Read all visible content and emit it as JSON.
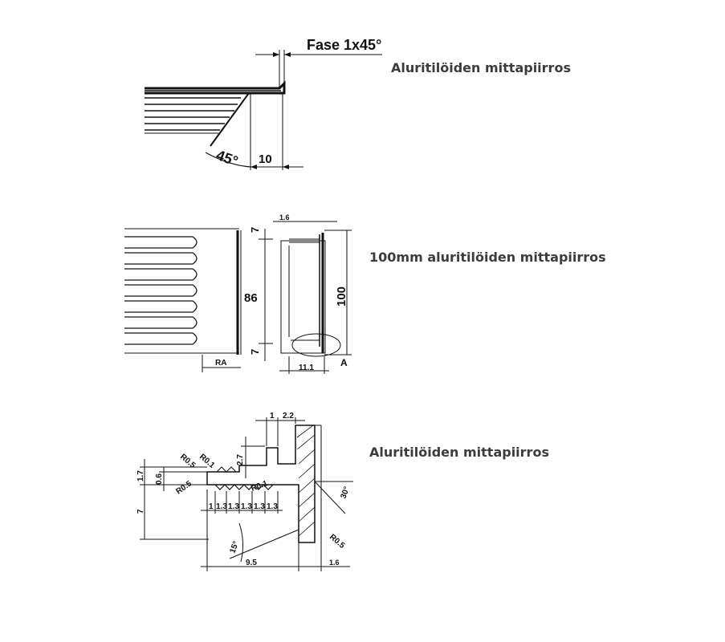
{
  "captions": {
    "top": "Aluritilöiden mittapiirros",
    "middle": "100mm aluritilöiden mittapiirros",
    "bottom": "Aluritilöiden mittapiirros"
  },
  "drawing1": {
    "fase": "Fase 1x45°",
    "angle": "45°",
    "dim": "10"
  },
  "drawing2": {
    "top_gap": "1.6",
    "height_outer": "100",
    "height_inner": "86",
    "edge_top": "7",
    "edge_bottom": "7",
    "depth": "11.1",
    "ra": "RA",
    "detail": "A"
  },
  "drawing3": {
    "d_1": "1",
    "d_2_2": "2.2",
    "d_2_7": "2.7",
    "d_1_7": "1.7",
    "d_0_6": "0.6",
    "d_7": "7",
    "r05_a": "R0.5",
    "r01_a": "R0.1",
    "r05_b": "R0.5",
    "r01_b": "R0.1",
    "r05_c": "R0.5",
    "pitch": [
      "1",
      "1.3",
      "1.3",
      "1.3",
      "1.3",
      "1.3"
    ],
    "angle_30": "30°",
    "angle_15": "15°",
    "d_9_5": "9.5",
    "d_1_6": "1.6"
  },
  "colors": {
    "line": "#111111",
    "caption": "#3c3c3c"
  }
}
